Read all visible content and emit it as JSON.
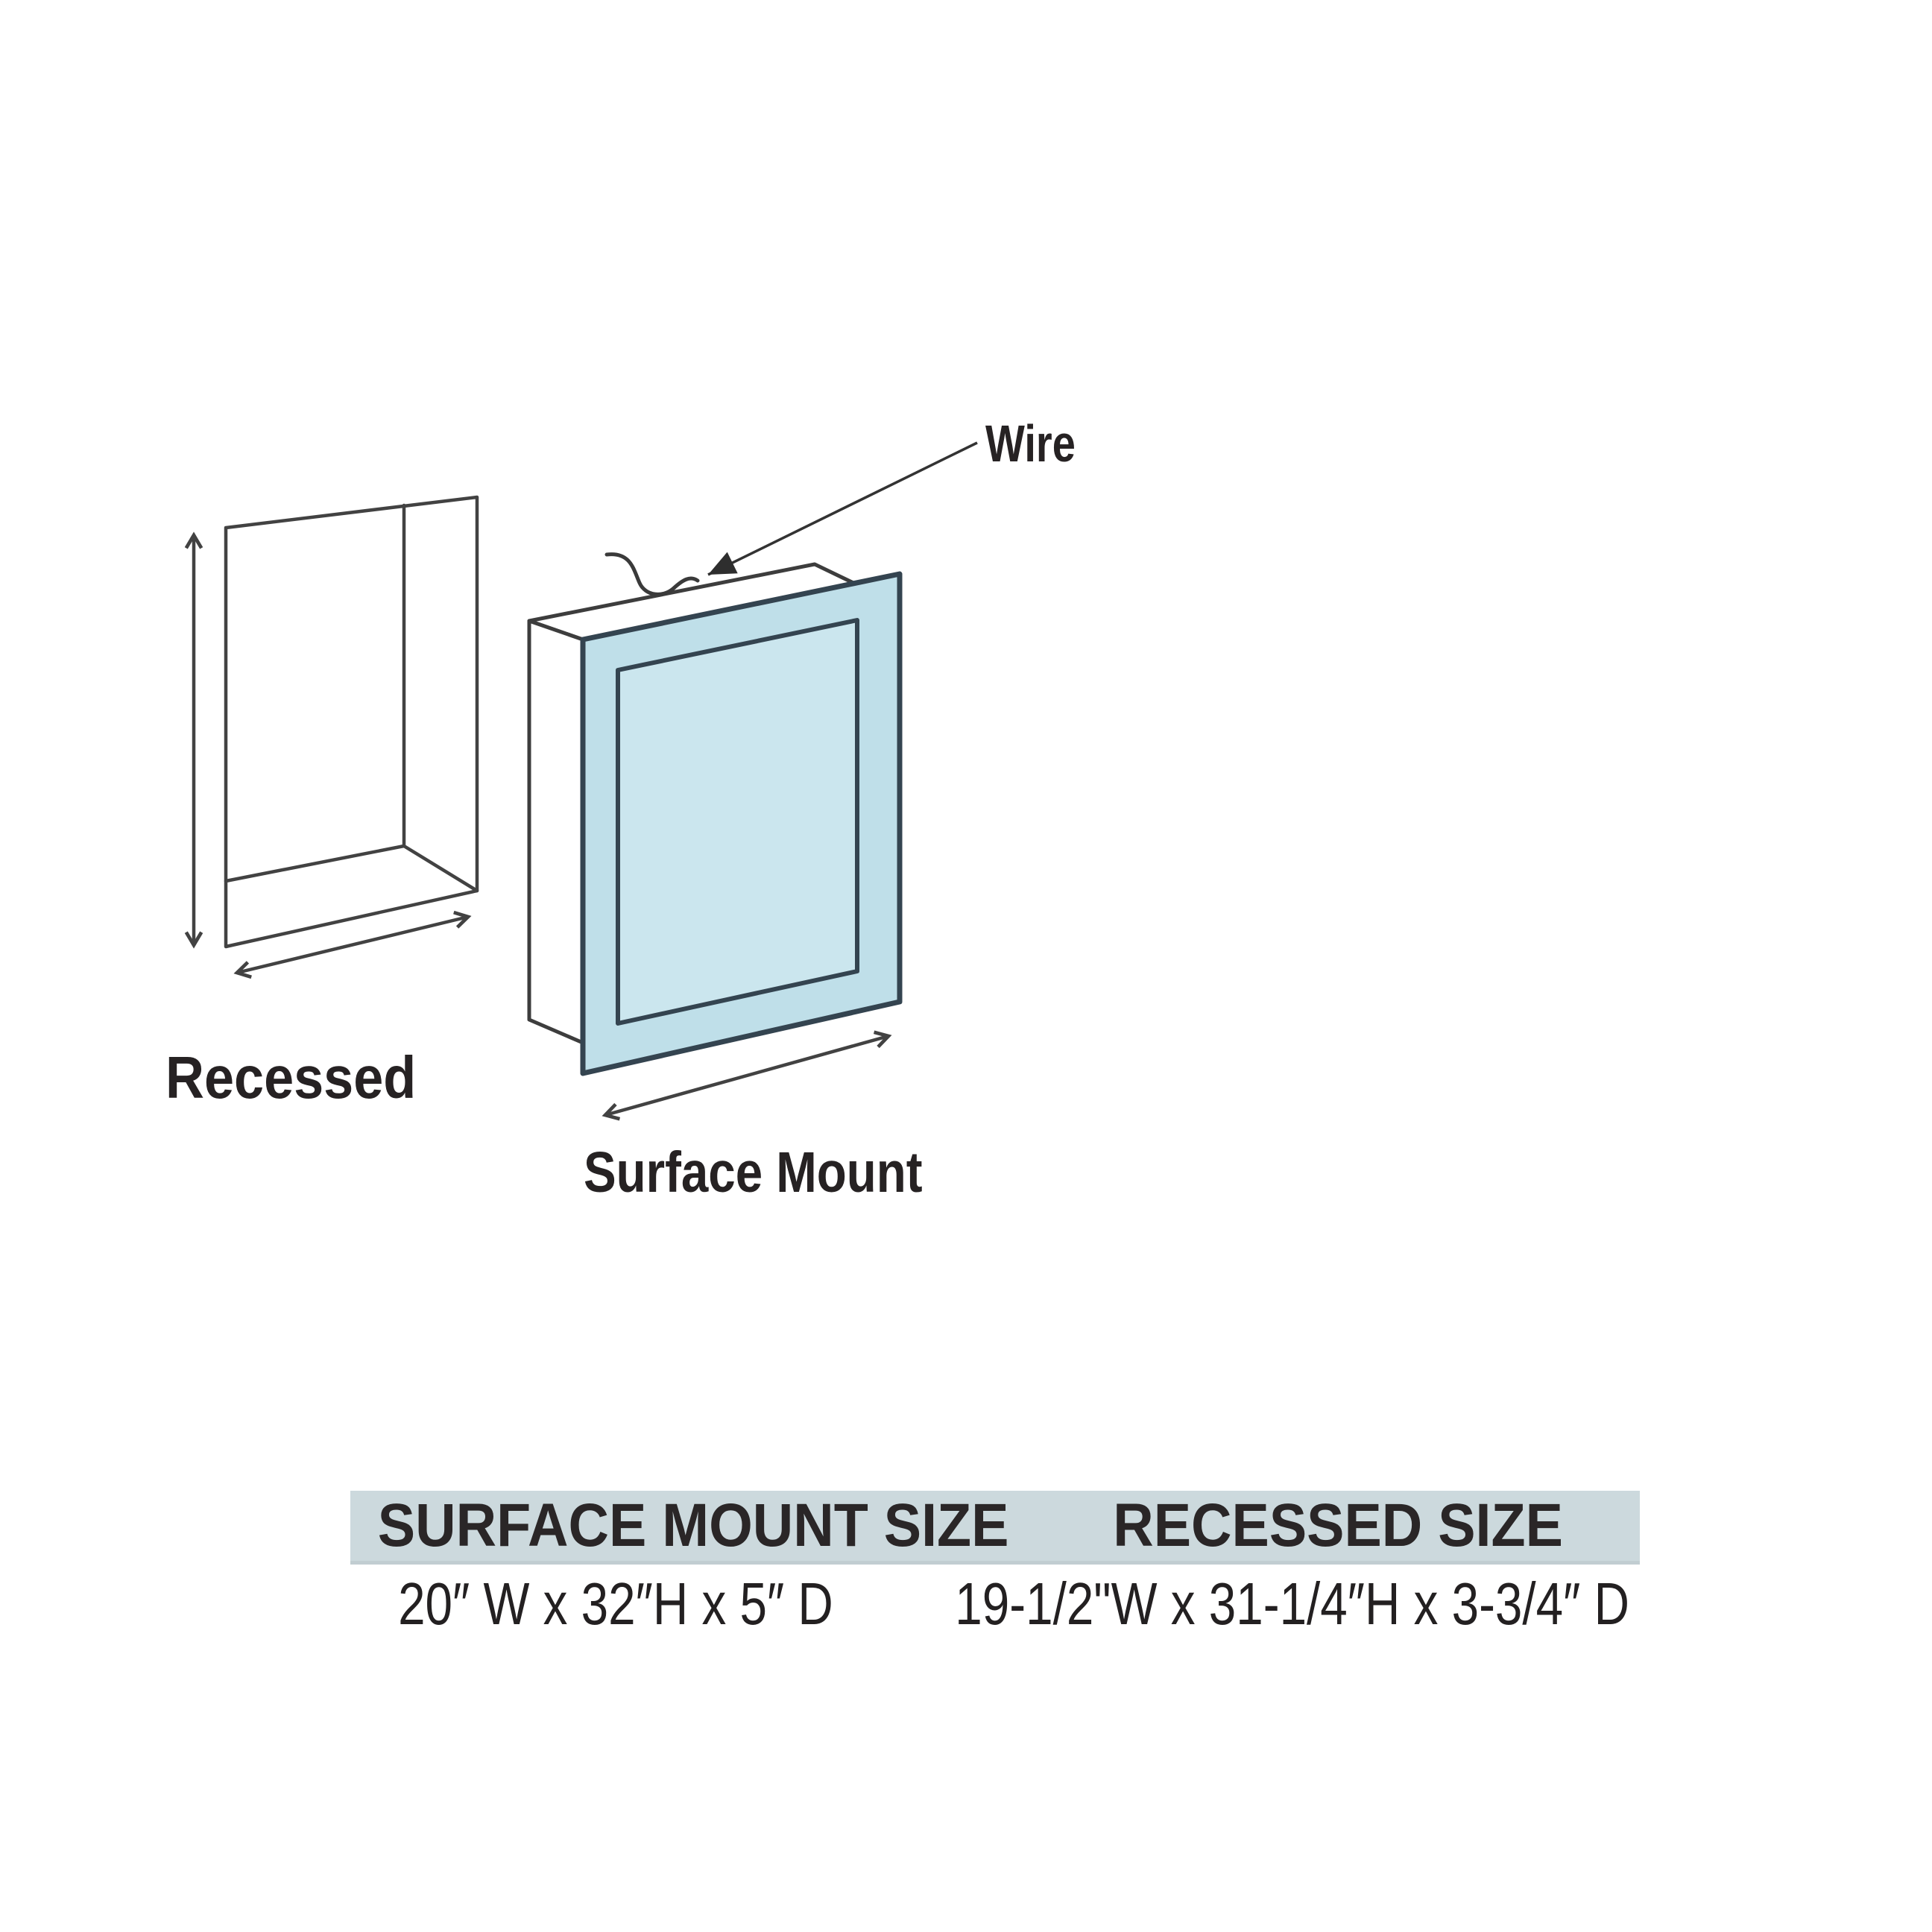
{
  "diagram": {
    "wire_label": "Wire",
    "recessed_label": "Recessed",
    "surface_mount_label": "Surface Mount",
    "line_color": "#424242",
    "panel_border_color": "#344450",
    "panel_fill": "#bfdfe9",
    "door_fill": "#cbe6ee"
  },
  "size_table": {
    "header_bg": "#ccd9dd",
    "text_color": "#262223",
    "columns": [
      {
        "header": "SURFACE MOUNT SIZE",
        "value": "20″ W x 32″H x 5″ D"
      },
      {
        "header": "RECESSED SIZE",
        "value": "19-1/2\"W x 31-1/4″H x 3-3/4″ D"
      }
    ]
  }
}
